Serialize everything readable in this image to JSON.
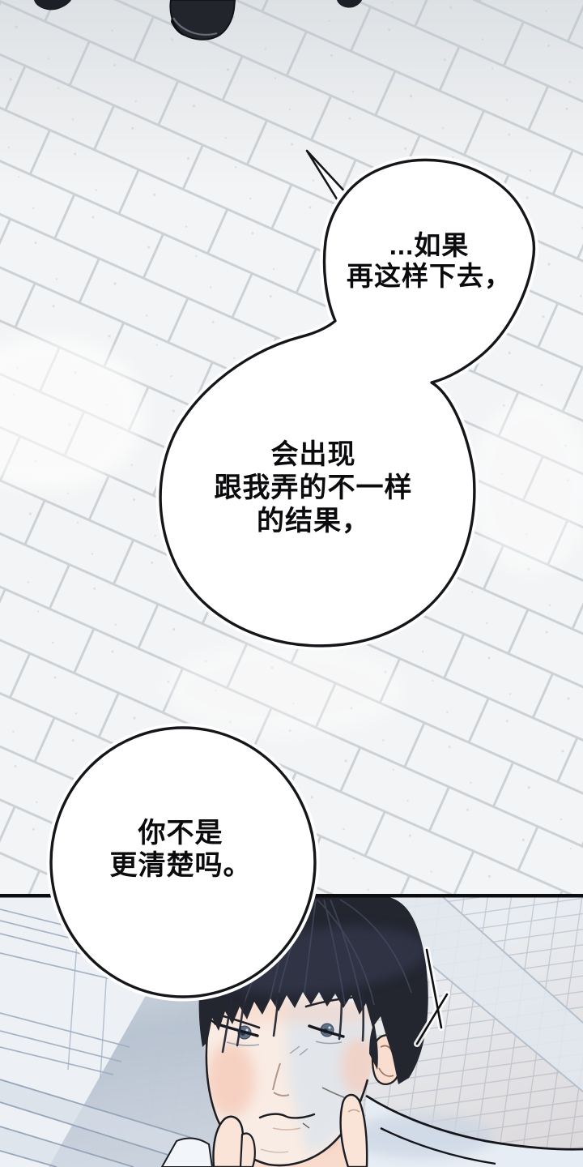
{
  "comic": {
    "type": "webtoon-panel-page",
    "bubbles": {
      "b1": {
        "text": "...如果\n再这样下去，"
      },
      "b2": {
        "text": "会出现\n跟我弄的不一样\n的结果，"
      },
      "b3": {
        "text": "你不是\n更清楚吗。"
      }
    },
    "scene_top": "paved brick ground viewed diagonally with black shoes at top edge",
    "scene_bottom": "black-haired man resting chin on hand beside stone stairs",
    "colors": {
      "ink": "#15161a",
      "brick_fill": "#f3f4f5",
      "brick_mortar": "#c8cdd2",
      "panel_bg": "#e9ecf0",
      "tile_line": "#c3cad4",
      "ramp_shadow": "#b6c1cf",
      "hair": "#23252f",
      "hair_sheen": "#3a4057",
      "skin": "#f9ece4",
      "skin_blush": "#f5cbba",
      "skin_cool_shadow": "#dde4ec",
      "iris": "#5f7186",
      "shirt": "#e7edf4",
      "shoe": "#23252d"
    }
  }
}
